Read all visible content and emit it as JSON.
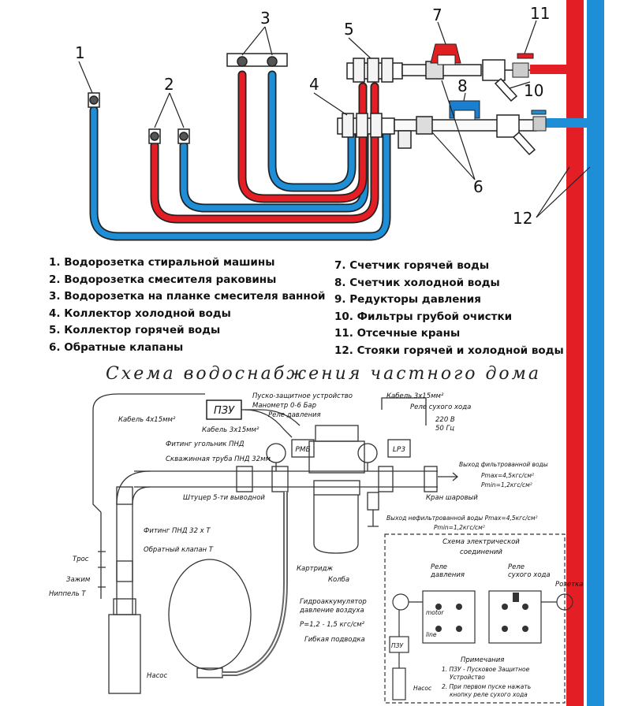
{
  "callouts": [
    "1",
    "2",
    "3",
    "4",
    "5",
    "6",
    "7",
    "8",
    "10",
    "11",
    "12"
  ],
  "legend_left": [
    "1. Водорозетка стиральной машины",
    "2. Водорозетка смесителя раковины",
    "3. Водорозетка на планке смесителя ванной",
    "4. Коллектор холодной воды",
    "5. Коллектор горячей воды",
    "6. Обратные клапаны"
  ],
  "legend_right": [
    "7. Счетчик горячей воды",
    "8. Счетчик холодной воды",
    "9. Редукторы давления",
    "10. Фильтры грубой очистки",
    "11. Отсечные краны",
    "12. Стояки горячей и холодной воды"
  ],
  "title": "Схема водоснабжения частного дома",
  "labels": {
    "pzu_box": "ПЗУ",
    "rmb": "РМБ",
    "lp3": "LP3",
    "cable_4x15": "Кабель 4x15мм²",
    "cable_3x15": "Кабель 3x15мм²",
    "cable_3x15_top": "Кабель 3x15мм²",
    "pusk": "Пуско-защитное устройство",
    "manometer": "Манометр 0-6 Бар",
    "rele_davl": "Реле давления",
    "rele_sukh": "Реле сухого хода",
    "v220": "220 В",
    "hz50": "50 Гц",
    "fiting_ugol": "Фитинг угольник ПНД",
    "skvazh": "Скважинная труба ПНД 32мм",
    "shtucer": "Штуцер 5-ти выводной",
    "fiting_pnd": "Фитинг ПНД 32 x Т",
    "obratny": "Обратный клапан Т",
    "tros": "Трос",
    "zazhim": "Зажим",
    "nippel": "Ниппель Т",
    "nasos": "Насос",
    "kartridzh": "Картридж",
    "kolba": "Колба",
    "gidro": "Гидроаккумулятор",
    "davlenie_vozd": "давление воздуха",
    "p12": "Р=1,2 - 1,5 кгс/см²",
    "gibkaya": "Гибкая подводка",
    "kran": "Кран шаровый",
    "vyhod_filtr": "Выход фильтрованной воды",
    "pmax1": "Рmax=4,5кгс/см²",
    "pmin1": "Рmin=1,2кгс/см²",
    "vyhod_nefiltr": "Выход нефильтрованной воды Рmax=4,5кгс/см²",
    "pmin2": "Рmin=1,2кгс/см²"
  },
  "electric": {
    "title_line1": "Схема электрической",
    "title_line2": "соединений",
    "rele_davl_1": "Реле",
    "rele_davl_2": "давления",
    "rele_sukh_1": "Реле",
    "rele_sukh_2": "сухого хода",
    "rozetka": "Розетка",
    "pzu": "ПЗУ",
    "nasos": "Насос",
    "motor": "motor",
    "line": "line",
    "notes_title": "Примечания",
    "note1": "1. ПЗУ - Пусковое Защитное",
    "note1b": "Устройство",
    "note2": "2. При первом пуске нажать",
    "note2b": "кнопку реле сухого хода"
  },
  "colors": {
    "hot": "#e31e24",
    "cold": "#1e8fd6",
    "meter_red": "#e02020",
    "meter_blue": "#1a7fd0",
    "line": "#222222"
  }
}
